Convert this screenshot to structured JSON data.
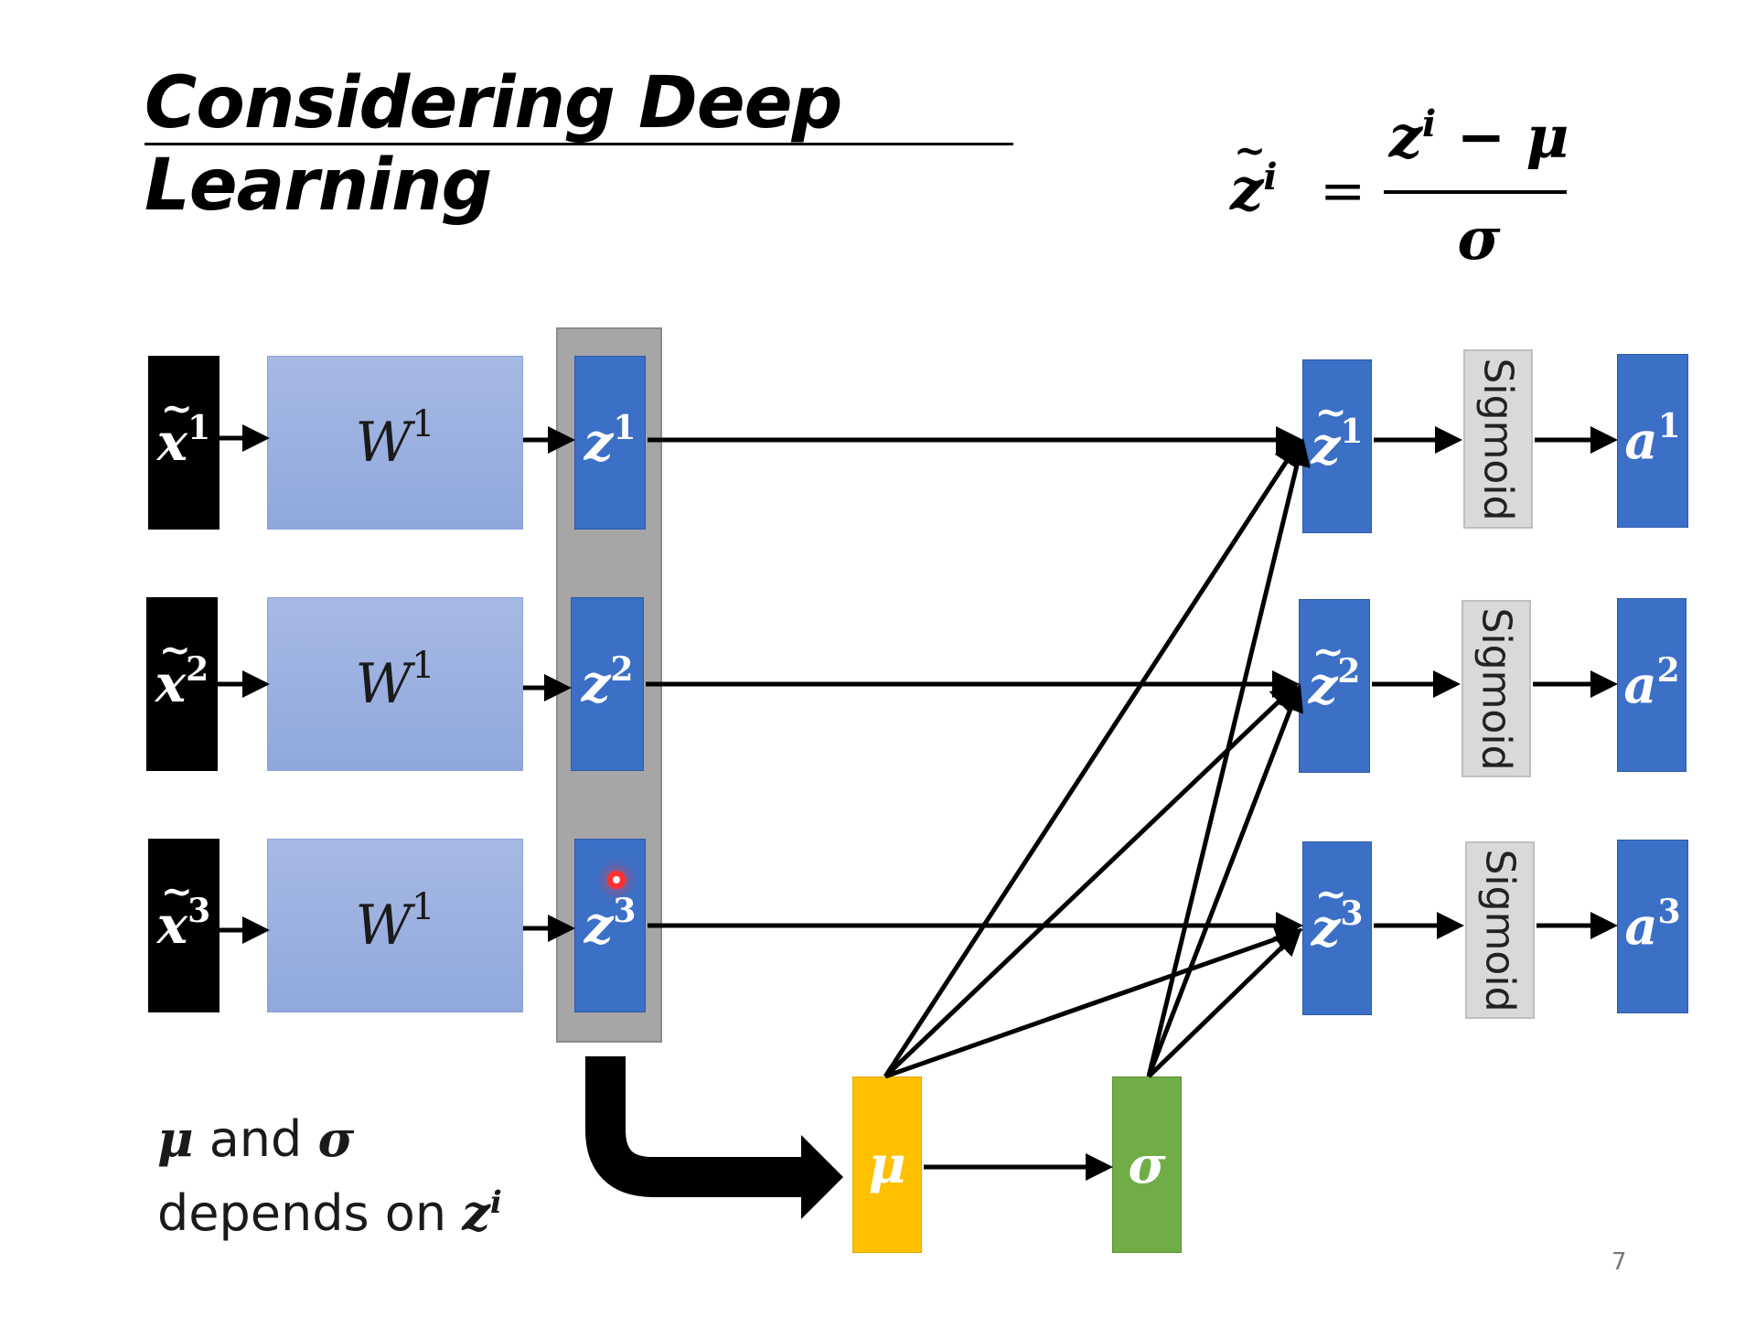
{
  "title": "Considering Deep Learning",
  "formula": {
    "lhs_base": "z",
    "sup": "i",
    "equals": "=",
    "numerator_base": "z",
    "numerator_sup": "i",
    "numerator_rest": " − μ",
    "denominator": "σ"
  },
  "rows": [
    {
      "x_base": "x",
      "x_sup": "1",
      "w_base": "W",
      "w_sup": "1",
      "z_base": "z",
      "z_sup": "1",
      "zt_base": "z",
      "zt_sup": "1",
      "sigmoid": "Sigmoid",
      "a_base": "a",
      "a_sup": "1"
    },
    {
      "x_base": "x",
      "x_sup": "2",
      "w_base": "W",
      "w_sup": "1",
      "z_base": "z",
      "z_sup": "2",
      "zt_base": "z",
      "zt_sup": "2",
      "sigmoid": "Sigmoid",
      "a_base": "a",
      "a_sup": "2"
    },
    {
      "x_base": "x",
      "x_sup": "3",
      "w_base": "W",
      "w_sup": "1",
      "z_base": "z",
      "z_sup": "3",
      "zt_base": "z",
      "zt_sup": "3",
      "sigmoid": "Sigmoid",
      "a_base": "a",
      "a_sup": "3"
    }
  ],
  "mu_label": "μ",
  "sigma_label": "σ",
  "note": {
    "mu": "μ",
    "and": " and ",
    "sigma": "σ",
    "line2": "depends on ",
    "z_base": "z",
    "z_sup": "i"
  },
  "page_number": "7",
  "colors": {
    "z_blue": "#3c6fc6",
    "w_light_blue": "#9db2e2",
    "mu_yellow": "#ffc000",
    "sigma_green": "#70ad47",
    "sigmoid_gray": "#d9d9d9",
    "column_gray": "#a6a6a6"
  }
}
